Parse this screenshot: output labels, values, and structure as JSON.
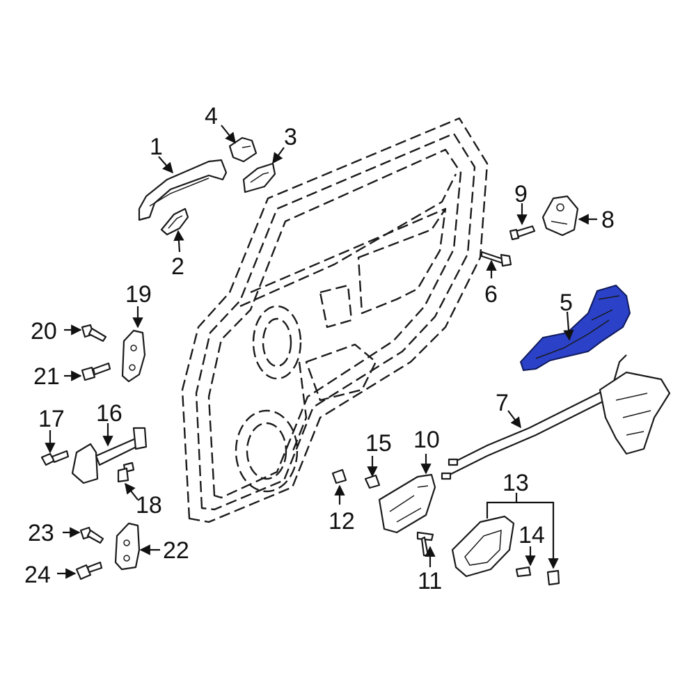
{
  "colors": {
    "line": "#1a1a1a",
    "highlight_part": "#2a41c8",
    "background": "#ffffff"
  },
  "highlighted_part": "5",
  "callouts": {
    "c1": "1",
    "c2": "2",
    "c3": "3",
    "c4": "4",
    "c5": "5",
    "c6": "6",
    "c7": "7",
    "c8": "8",
    "c9": "9",
    "c10": "10",
    "c11": "11",
    "c12": "12",
    "c13": "13",
    "c14": "14",
    "c15": "15",
    "c16": "16",
    "c17": "17",
    "c18": "18",
    "c19": "19",
    "c20": "20",
    "c21": "21",
    "c22": "22",
    "c23": "23",
    "c24": "24"
  }
}
